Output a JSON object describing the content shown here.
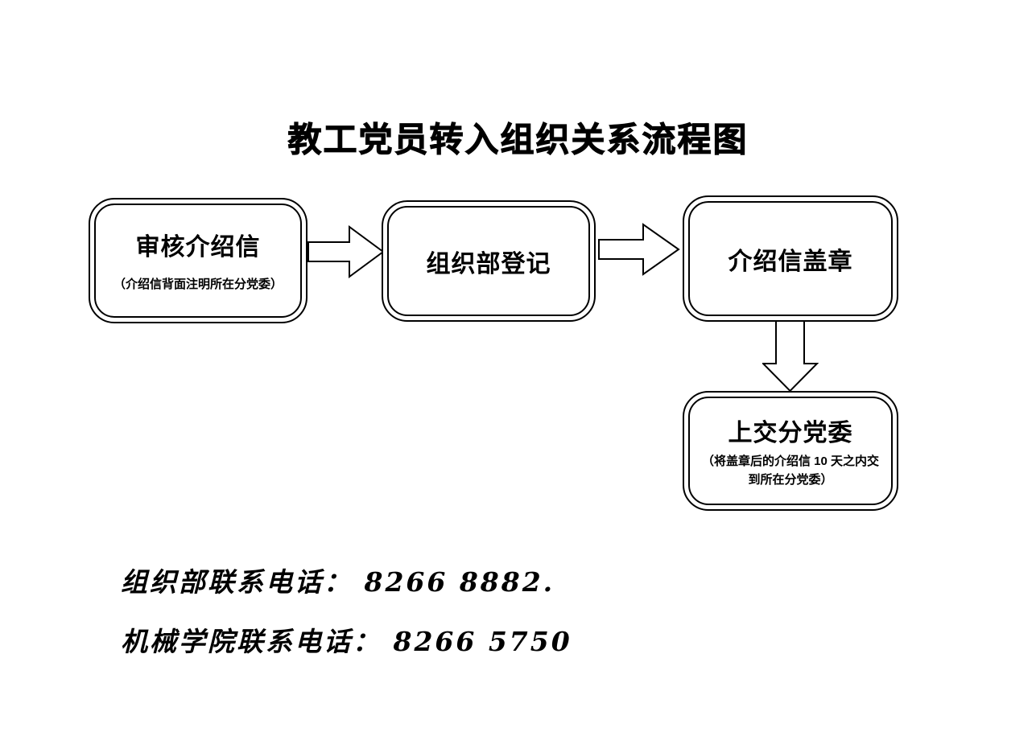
{
  "title": "教工党员转入组织关系流程图",
  "boxes": {
    "review": {
      "label": "审核介绍信",
      "note": "（介绍信背面注明所在分党委）"
    },
    "register": {
      "label": "组织部登记"
    },
    "stamp": {
      "label": "介绍信盖章"
    },
    "submit": {
      "label": "上交分党委",
      "note": "（将盖章后的介绍信 10 天之内交到所在分党委）"
    }
  },
  "footer": {
    "line1": "组织部联系电话：  8266 8882.",
    "line2": "机械学院联系电话：  8266 5750"
  },
  "colors": {
    "background": "#ffffff",
    "stroke": "#000000"
  }
}
